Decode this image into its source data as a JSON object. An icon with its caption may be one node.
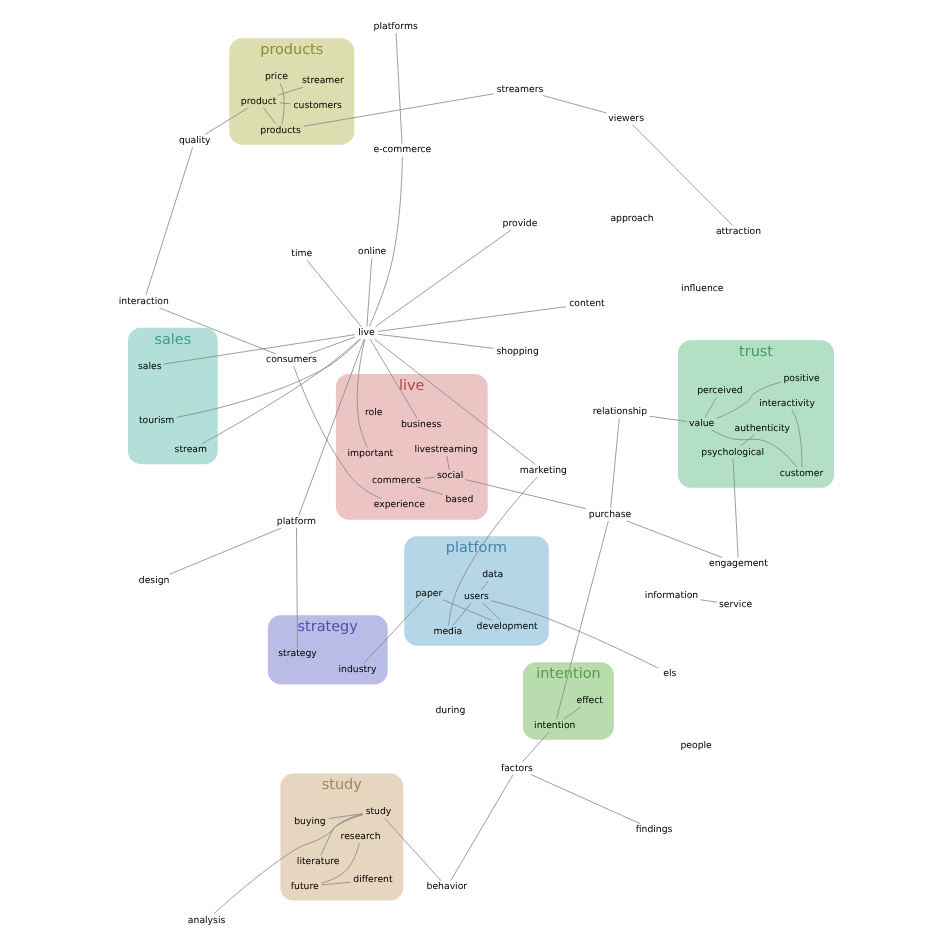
{
  "diagram": {
    "nodes": [
      {
        "text": [
          "intention"
        ]
      },
      {
        "text": [
          "effect"
        ],
        "in": 0
      },
      {
        "text": [
          "intention"
        ],
        "in": 0
      },
      {
        "text": [
          "study"
        ]
      },
      {
        "text": [
          "behavior"
        ]
      },
      {
        "text": [
          "study"
        ],
        "in": 3
      },
      {
        "text": [
          "literature"
        ],
        "in": 3
      },
      {
        "text": [
          "research"
        ],
        "in": 3
      },
      {
        "text": [
          "future"
        ],
        "in": 3
      },
      {
        "text": [
          "buying"
        ],
        "in": 3
      },
      {
        "text": [
          "factors"
        ]
      },
      {
        "text": [
          "findings"
        ]
      },
      {
        "text": [
          "analysis"
        ]
      },
      {
        "text": [
          "influence"
        ]
      },
      {
        "text": [
          "engagement"
        ]
      },
      {
        "text": [
          "trust"
        ]
      },
      {
        "text": [
          "psychological"
        ],
        "in": 15
      },
      {
        "text": [
          "authenticity"
        ],
        "in": 15
      },
      {
        "text": [
          "relationship"
        ]
      },
      {
        "text": [
          "perceived"
        ],
        "in": 15
      },
      {
        "text": [
          "positive"
        ],
        "in": 15
      },
      {
        "text": [
          "value"
        ],
        "in": 15
      },
      {
        "text": [
          "customer"
        ],
        "in": 15
      },
      {
        "text": [
          "interactivity"
        ],
        "in": 15
      },
      {
        "text": [
          "purchase"
        ]
      },
      {
        "text": [
          "live"
        ]
      },
      {
        "text": [
          "commerce"
        ],
        "in": 25
      },
      {
        "text": [
          "approach"
        ]
      },
      {
        "text": [
          "based"
        ],
        "in": 25
      },
      {
        "text": [
          "social"
        ],
        "in": 25
      },
      {
        "text": [
          "livestreaming"
        ],
        "in": 25
      },
      {
        "text": [
          "role"
        ],
        "in": 25
      },
      {
        "text": [
          "experience"
        ],
        "in": 25
      },
      {
        "text": [
          "business"
        ],
        "in": 25
      },
      {
        "text": [
          "different"
        ],
        "in": 3
      },
      {
        "text": [
          "els"
        ]
      },
      {
        "text": [
          "platform"
        ]
      },
      {
        "text": [
          "marketing"
        ]
      },
      {
        "text": [
          "media"
        ],
        "in": 36
      },
      {
        "text": [
          "users"
        ],
        "in": 36
      },
      {
        "text": [
          "data"
        ],
        "in": 36
      },
      {
        "text": [
          "e-commerce"
        ]
      },
      {
        "text": [
          "important"
        ],
        "in": 25
      },
      {
        "text": [
          "platforms"
        ]
      },
      {
        "text": [
          "development"
        ],
        "in": 36
      },
      {
        "text": [
          "paper"
        ],
        "in": 36
      },
      {
        "text": [
          "products"
        ]
      },
      {
        "text": [
          "customers"
        ],
        "in": 46
      },
      {
        "text": [
          "quality"
        ]
      },
      {
        "text": [
          "interaction"
        ]
      },
      {
        "text": [
          "consumers"
        ]
      },
      {
        "text": [
          "shopping"
        ]
      },
      {
        "text": [
          "live"
        ]
      },
      {
        "text": [
          "product"
        ],
        "in": 46
      },
      {
        "text": [
          "streamer"
        ],
        "in": 46
      },
      {
        "text": [
          "information"
        ]
      },
      {
        "text": [
          "products"
        ],
        "in": 46
      },
      {
        "text": [
          "service"
        ]
      },
      {
        "text": [
          "time"
        ]
      },
      {
        "text": [
          "online"
        ]
      },
      {
        "text": [
          "content"
        ]
      },
      {
        "text": [
          "sales"
        ]
      },
      {
        "text": [
          "provide"
        ]
      },
      {
        "text": [
          "stream"
        ],
        "in": 61
      },
      {
        "text": [
          "platform"
        ]
      },
      {
        "text": [
          "price"
        ],
        "in": 46
      },
      {
        "text": [
          "viewers"
        ]
      },
      {
        "text": [
          "attraction"
        ]
      },
      {
        "text": [
          "during"
        ]
      },
      {
        "text": [
          "people"
        ]
      },
      {
        "text": [
          "streamers"
        ]
      },
      {
        "text": [
          "tourism"
        ],
        "in": 61
      },
      {
        "text": [
          "design"
        ]
      },
      {
        "text": [
          "sales"
        ],
        "in": 61
      },
      {
        "text": [
          "strategy"
        ]
      },
      {
        "text": [
          "industry"
        ],
        "in": 74
      },
      {
        "text": [
          "strategy"
        ],
        "in": 74
      }
    ],
    "edges": [
      {
        "from": 1,
        "to": 2,
        "arrow": "none"
      },
      {
        "from": 2,
        "to": 10,
        "arrow": "none"
      },
      {
        "from": 10,
        "to": 4,
        "arrow": "none"
      },
      {
        "from": 10,
        "to": 11,
        "arrow": "none"
      },
      {
        "from": 2,
        "to": 24,
        "arrow": "none"
      },
      {
        "from": 14,
        "to": 24,
        "arrow": "none"
      },
      {
        "from": 14,
        "to": 16,
        "arrow": "none"
      },
      {
        "from": 16,
        "to": 17,
        "arrow": "none"
      },
      {
        "from": 18,
        "to": 24,
        "arrow": "none"
      },
      {
        "from": 18,
        "to": 21,
        "arrow": "none"
      },
      {
        "from": 19,
        "to": 21,
        "arrow": "none"
      },
      {
        "from": 20,
        "to": 21,
        "arrow": "none"
      },
      {
        "from": 21,
        "to": 22,
        "arrow": "none"
      },
      {
        "from": 22,
        "to": 23,
        "arrow": "none"
      },
      {
        "from": 5,
        "to": 4,
        "arrow": "none"
      },
      {
        "from": 5,
        "to": 6,
        "arrow": "none"
      },
      {
        "from": 5,
        "to": 12,
        "arrow": "none"
      },
      {
        "from": 5,
        "to": 9,
        "arrow": "none"
      },
      {
        "from": 7,
        "to": 8,
        "arrow": "none"
      },
      {
        "from": 8,
        "to": 34,
        "arrow": "none"
      },
      {
        "from": 24,
        "to": 29,
        "arrow": "none"
      },
      {
        "from": 29,
        "to": 26,
        "arrow": "none"
      },
      {
        "from": 29,
        "to": 30,
        "arrow": "none"
      },
      {
        "from": 26,
        "to": 28,
        "arrow": "none"
      },
      {
        "from": 52,
        "to": 33,
        "arrow": "none"
      },
      {
        "from": 52,
        "to": 42,
        "arrow": "none"
      },
      {
        "from": 52,
        "to": 41,
        "arrow": "none"
      },
      {
        "from": 52,
        "to": 37,
        "arrow": "none"
      },
      {
        "from": 37,
        "to": 38,
        "arrow": "none"
      },
      {
        "from": 38,
        "to": 39,
        "arrow": "none"
      },
      {
        "from": 39,
        "to": 40,
        "arrow": "none"
      },
      {
        "from": 39,
        "to": 44,
        "arrow": "none"
      },
      {
        "from": 39,
        "to": 35,
        "arrow": "none"
      },
      {
        "from": 44,
        "to": 45,
        "arrow": "none"
      },
      {
        "from": 45,
        "to": 75,
        "arrow": "none"
      },
      {
        "from": 41,
        "to": 43,
        "arrow": "none"
      },
      {
        "from": 52,
        "to": 50,
        "arrow": "none"
      },
      {
        "from": 50,
        "to": 32,
        "arrow": "none"
      },
      {
        "from": 49,
        "to": 50,
        "arrow": "none"
      },
      {
        "from": 48,
        "to": 49,
        "arrow": "none"
      },
      {
        "from": 47,
        "to": 53,
        "arrow": "none"
      },
      {
        "from": 48,
        "to": 53,
        "arrow": "none"
      },
      {
        "from": 53,
        "to": 54,
        "arrow": "none"
      },
      {
        "from": 53,
        "to": 56,
        "arrow": "none"
      },
      {
        "from": 56,
        "to": 65,
        "arrow": "none"
      },
      {
        "from": 56,
        "to": 70,
        "arrow": "none"
      },
      {
        "from": 55,
        "to": 57,
        "arrow": "none"
      },
      {
        "from": 66,
        "to": 70,
        "arrow": "none"
      },
      {
        "from": 66,
        "to": 67,
        "arrow": "none"
      },
      {
        "from": 52,
        "to": 51,
        "arrow": "none"
      },
      {
        "from": 52,
        "to": 58,
        "arrow": "none"
      },
      {
        "from": 52,
        "to": 59,
        "arrow": "none"
      },
      {
        "from": 52,
        "to": 60,
        "arrow": "none"
      },
      {
        "from": 52,
        "to": 62,
        "arrow": "none"
      },
      {
        "from": 52,
        "to": 63,
        "arrow": "none"
      },
      {
        "from": 52,
        "to": 71,
        "arrow": "none"
      },
      {
        "from": 52,
        "to": 73,
        "arrow": "none"
      },
      {
        "from": 52,
        "to": 64,
        "arrow": "none"
      },
      {
        "from": 64,
        "to": 72,
        "arrow": "none"
      },
      {
        "from": 64,
        "to": 76,
        "arrow": "none"
      }
    ]
  }
}
